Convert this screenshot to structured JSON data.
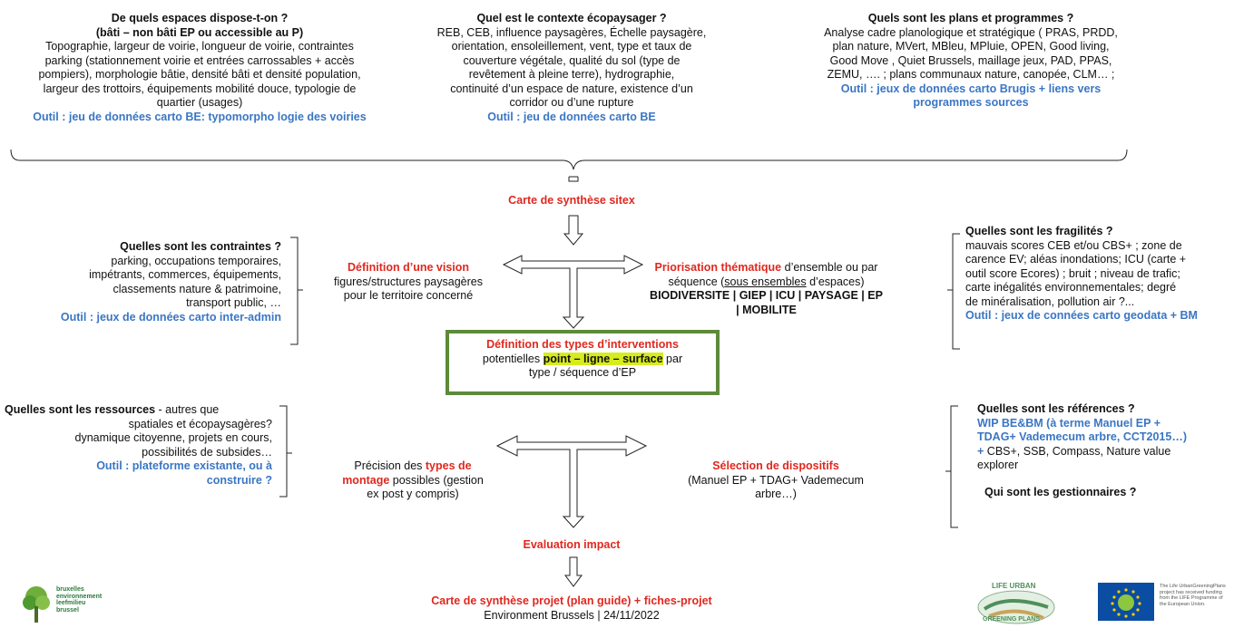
{
  "top_left": {
    "title1": "De quels espaces dispose-t-on ?",
    "title2": "(bâti – non bâti EP ou accessible au P)",
    "lines": [
      "Topographie, largeur de voirie, longueur de voirie, contraintes",
      "parking (stationnement voirie et entrées carrossables + accès",
      "pompiers), morphologie bâtie, densité bâti et densité population,",
      "largeur des trottoirs, équipements mobilité douce, typologie de",
      "quartier (usages)"
    ],
    "tool": "Outil : jeu de données carto BE: typomorpho logie des voiries"
  },
  "top_center": {
    "title": "Quel est le contexte écopaysager ?",
    "lines": [
      "REB, CEB, influence paysagères, Échelle paysagère,",
      "orientation, ensoleillement, vent, type et taux de",
      "couverture végétale, qualité du sol (type de",
      "revêtement à pleine terre), hydrographie,",
      "continuité d’un espace de nature, existence d’un",
      "corridor ou d’une rupture"
    ],
    "tool": "Outil : jeu de données carto BE"
  },
  "top_right": {
    "title": "Quels sont les plans et programmes ?",
    "lines": [
      "Analyse cadre planologique et stratégique ( PRAS, PRDD,",
      "plan nature, MVert, MBleu, MPluie, OPEN, Good living,",
      "Good Move , Quiet Brussels, maillage jeux, PAD, PPAS,",
      "ZEMU, …. ; plans communaux nature, canopée, CLM… ;"
    ],
    "tool1": "Outil : jeux de données carto Brugis + liens vers",
    "tool2": "programmes sources"
  },
  "synthese_sitex": "Carte de synthèse sitex",
  "contraintes": {
    "title": "Quelles sont les contraintes ?",
    "lines": [
      "parking, occupations temporaires,",
      "impétrants, commerces, équipements,",
      "classements nature & patrimoine,",
      "transport public, …"
    ],
    "tool": "Outil : jeux de données carto inter-admin"
  },
  "vision": {
    "title": "Définition d’une vision",
    "lines": [
      "figures/structures paysagères",
      "pour le territoire concerné"
    ]
  },
  "priorisation": {
    "title": "Priorisation thématique",
    "rest1": " d’ensemble ou par",
    "line2a": "séquence (",
    "line2b": "sous ensembles",
    "line2c": " d’espaces)",
    "line3": "BIODIVERSITE | GIEP | ICU | PAYSAGE | EP",
    "line4": "| MOBILITE"
  },
  "fragilites": {
    "title": "Quelles sont les fragilités ?",
    "lines": [
      "mauvais scores CEB et/ou CBS+ ; zone de",
      "carence EV; aléas inondations; ICU (carte +",
      "outil score Ecores) ; bruit ; niveau de trafic;",
      "carte inégalités environnementales; degré",
      "de minéralisation, pollution air ?..."
    ],
    "tool": "Outil : jeux de connées carto  geodata + BM"
  },
  "interventions": {
    "title": "Définition des types d’interventions",
    "line2a": "potentielles ",
    "highlight": " point – ligne – surface",
    "line2b": " par",
    "line3": "type / séquence d’EP"
  },
  "ressources": {
    "title": "Quelles sont les ressources",
    "title_rest": " - autres que",
    "lines": [
      "spatiales et écopaysagères?",
      "dynamique citoyenne, projets en cours,",
      "possibilités de subsides…"
    ],
    "tool1": "Outil : plateforme existante, ou à",
    "tool2": "construire ?"
  },
  "montage": {
    "pre": "Précision des ",
    "red1": "types de",
    "red2": "montage",
    "post": " possibles (gestion",
    "line3": "ex post y compris)"
  },
  "dispositifs": {
    "title": "Sélection de dispositifs",
    "line2": "(Manuel EP + TDAG+ Vademecum",
    "line3": "arbre…)"
  },
  "references": {
    "title": "Quelles sont les références ?",
    "blue1": "WIP BE&BM (à terme Manuel EP +",
    "blue2": "TDAG+ Vademecum arbre, CCT2015…)",
    "line3a": "+",
    "line3b": " CBS+, SSB, Compass, Nature value",
    "line4": "explorer",
    "gestionnaires": "Qui sont les gestionnaires ?"
  },
  "evaluation": "Evaluation impact",
  "synthese_projet": "Carte de synthèse projet (plan guide) + fiches-projet",
  "footer": "Environment Brussels | 24/11/2022",
  "logos": {
    "brussels_text": [
      "bruxelles",
      "environnement",
      "leefmilieu",
      "brussel"
    ],
    "life_top": "LIFE URBAN",
    "life_bottom": "GREENING PLANS",
    "eu_text": "The Life UrbanGreeningPlans project has received funding from the LIFE Programme of the European Union."
  },
  "colors": {
    "red": "#e0281f",
    "blue": "#3a76c4",
    "green_box": "#5e8a3a",
    "highlight": "#d7ec1d"
  }
}
